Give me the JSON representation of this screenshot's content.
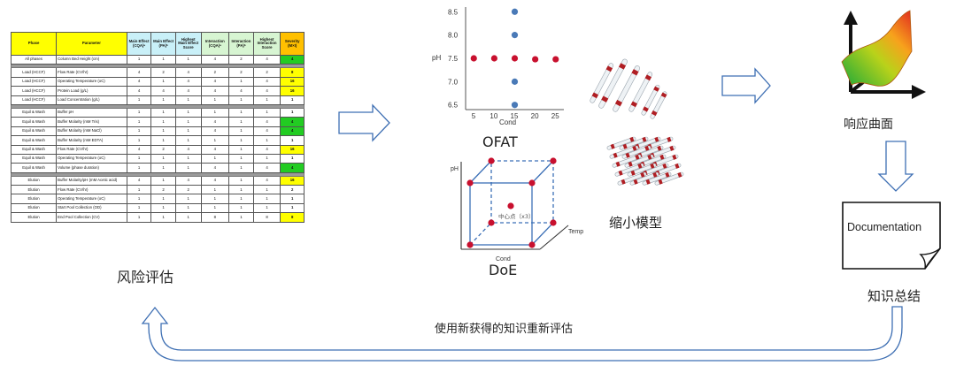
{
  "risk": {
    "headers": [
      "Phase",
      "Parameter",
      "Main Effect (CQA)ᵃ",
      "Main Effect (PA)ᵇ",
      "Highest Main Effect Score",
      "Interaction (CQA)ᵃ",
      "Interaction (PA)ᵇ",
      "Highest Interaction Score",
      "Severity (M×I)"
    ],
    "header_colors": [
      "#ffff00",
      "#ffff00",
      "#c9f0f8",
      "#c9f0f8",
      "#c9f0f8",
      "#d7f5d2",
      "#d7f5d2",
      "#d7f5d2",
      "#ffc000"
    ],
    "colors": {
      "green": "#22cc22",
      "yellow": "#ffff00",
      "white": "#ffffff"
    },
    "groups": [
      [
        {
          "phase": "All phases",
          "param": "Column Bed Height (cm)",
          "v": [
            "1",
            "1",
            "1",
            "4",
            "2",
            "4"
          ],
          "sev": "4",
          "c": "green"
        }
      ],
      [
        {
          "phase": "Load (HCCF)",
          "param": "Flow Rate (CV/hr)",
          "v": [
            "4",
            "2",
            "4",
            "2",
            "2",
            "2"
          ],
          "sev": "8",
          "c": "yellow"
        },
        {
          "phase": "Load (HCCF)",
          "param": "Operating Temperature (oC)",
          "v": [
            "4",
            "1",
            "4",
            "4",
            "1",
            "4"
          ],
          "sev": "16",
          "c": "yellow"
        },
        {
          "phase": "Load (HCCF)",
          "param": "Protein Load (g/L)",
          "v": [
            "4",
            "4",
            "4",
            "4",
            "4",
            "4"
          ],
          "sev": "16",
          "c": "yellow"
        },
        {
          "phase": "Load (HCCF)",
          "param": "Load Concentration (g/L)",
          "v": [
            "1",
            "1",
            "1",
            "1",
            "1",
            "1"
          ],
          "sev": "1",
          "c": "white"
        }
      ],
      [
        {
          "phase": "Equil & Wash",
          "param": "Buffer pH",
          "v": [
            "1",
            "1",
            "1",
            "1",
            "1",
            "1"
          ],
          "sev": "1",
          "c": "white"
        },
        {
          "phase": "Equil & Wash",
          "param": "Buffer Molarity (mM Tris)",
          "v": [
            "1",
            "1",
            "1",
            "4",
            "1",
            "4"
          ],
          "sev": "4",
          "c": "green"
        },
        {
          "phase": "Equil & Wash",
          "param": "Buffer Molarity (mM NaCl)",
          "v": [
            "1",
            "1",
            "1",
            "4",
            "1",
            "4"
          ],
          "sev": "4",
          "c": "green"
        },
        {
          "phase": "Equil & Wash",
          "param": "Buffer Molarity (mM EDTA)",
          "v": [
            "1",
            "1",
            "1",
            "1",
            "1",
            "1"
          ],
          "sev": "1",
          "c": "white"
        },
        {
          "phase": "Equil & Wash",
          "param": "Flow Rate (CV/hr)",
          "v": [
            "4",
            "2",
            "4",
            "4",
            "1",
            "4"
          ],
          "sev": "16",
          "c": "yellow"
        },
        {
          "phase": "Equil & Wash",
          "param": "Operating Temperature (oC)",
          "v": [
            "1",
            "1",
            "1",
            "1",
            "1",
            "1"
          ],
          "sev": "1",
          "c": "white"
        },
        {
          "phase": "Equil & Wash",
          "param": "Volume (phase duration)",
          "v": [
            "1",
            "1",
            "1",
            "4",
            "1",
            "4"
          ],
          "sev": "4",
          "c": "green"
        }
      ],
      [
        {
          "phase": "Elution",
          "param": "Buffer Molarity/pH (mM Acetic acid)",
          "v": [
            "4",
            "1",
            "4",
            "4",
            "1",
            "4"
          ],
          "sev": "16",
          "c": "yellow"
        },
        {
          "phase": "Elution",
          "param": "Flow Rate (CV/hr)",
          "v": [
            "1",
            "2",
            "2",
            "1",
            "1",
            "1"
          ],
          "sev": "2",
          "c": "white"
        },
        {
          "phase": "Elution",
          "param": "Operating Temperature (oC)",
          "v": [
            "1",
            "1",
            "1",
            "1",
            "1",
            "1"
          ],
          "sev": "1",
          "c": "white"
        },
        {
          "phase": "Elution",
          "param": "Start Pool Collection (OD)",
          "v": [
            "1",
            "1",
            "1",
            "1",
            "1",
            "1"
          ],
          "sev": "1",
          "c": "white"
        },
        {
          "phase": "Elution",
          "param": "End Pool Collection (CV)",
          "v": [
            "1",
            "1",
            "1",
            "8",
            "1",
            "8"
          ],
          "sev": "8",
          "c": "yellow"
        }
      ]
    ]
  },
  "labels": {
    "risk": "风险评估",
    "ofat": "OFAT",
    "doe": "DoE",
    "scale": "缩小模型",
    "surface": "响应曲面",
    "summary": "知识总结",
    "doc": "Documentation",
    "loop": "使用新获得的知识重新评估"
  },
  "chart_data": {
    "type": "scatter",
    "title": "",
    "xlabel": "Cond",
    "ylabel": "pH",
    "xticks": [
      5,
      10,
      15,
      20,
      25
    ],
    "yticks": [
      6.5,
      7.0,
      7.5,
      8.0,
      8.5
    ],
    "xlim": [
      3,
      27
    ],
    "ylim": [
      6.4,
      8.6
    ],
    "grid": false,
    "series": [
      {
        "color": "#c8102e",
        "points": [
          [
            5,
            7.5
          ],
          [
            10,
            7.5
          ],
          [
            15,
            7.5
          ],
          [
            20,
            7.48
          ],
          [
            25,
            7.48
          ]
        ]
      },
      {
        "color": "#4a7ab7",
        "points": [
          [
            15,
            6.5
          ],
          [
            15,
            7.0
          ],
          [
            15,
            8.0
          ],
          [
            15,
            8.5
          ]
        ]
      }
    ]
  },
  "doe": {
    "axis_y": "pH",
    "axis_x": "Cond",
    "axis_z": "Temp",
    "center": "中心点（x3）"
  }
}
